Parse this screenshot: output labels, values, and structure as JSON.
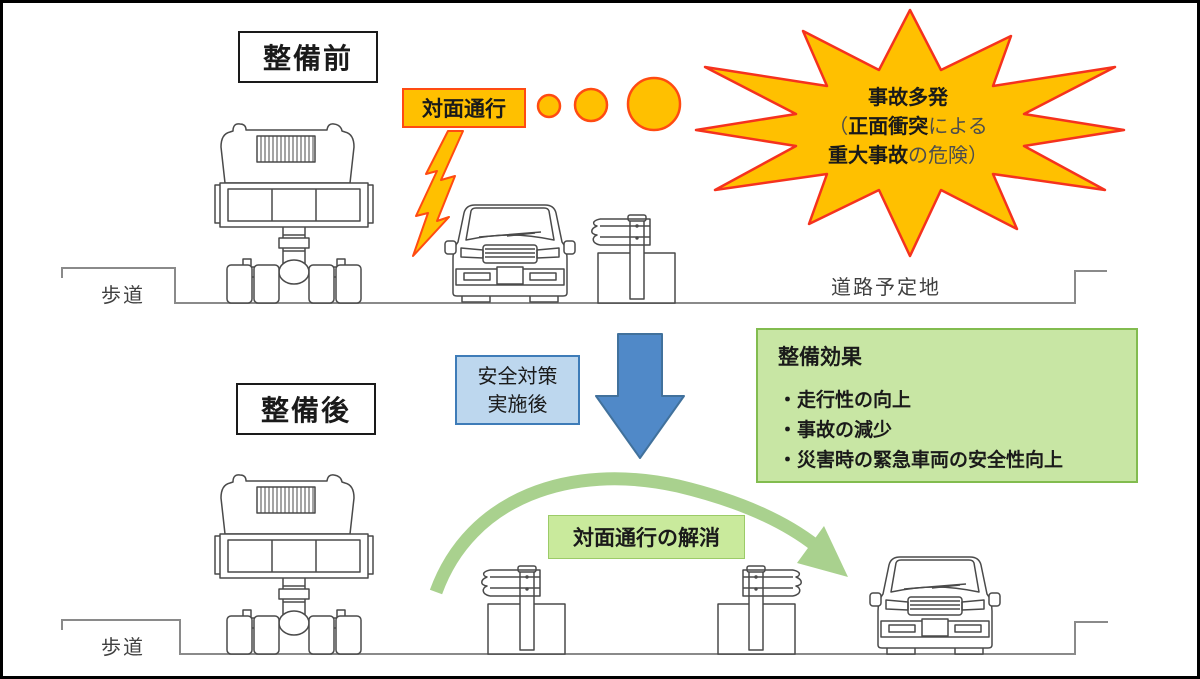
{
  "colors": {
    "accent_orange_fill": "#FFC000",
    "accent_orange_border": "#FF4B12",
    "burst_border": "#F5321E",
    "safety_box_fill": "#BDD7EE",
    "safety_box_border": "#3E7CB8",
    "down_arrow_blue": "#5089C8",
    "effects_box_fill": "#C8E6A4",
    "effects_box_border": "#82BC4F",
    "curved_arrow_green": "#A9D18E",
    "line_art": "#4a4a4a"
  },
  "before": {
    "section_label": "整備前",
    "two_way_label": "対面通行",
    "burst": {
      "title": "事故多発",
      "l2_open": "（",
      "l2_bold": "正面衝突",
      "l2_rest": "による",
      "l3_bold": "重大事故",
      "l3_rest": "の危険）"
    },
    "sidewalk_label": "歩道",
    "planned_road_label": "道路予定地"
  },
  "after": {
    "section_label": "整備後",
    "safety_line1": "安全対策",
    "safety_line2": "実施後",
    "effects": {
      "title": "整備効果",
      "items": [
        "・走行性の向上",
        "・事故の減少",
        "・災害時の緊急車両の安全性向上"
      ]
    },
    "resolution_label": "対面通行の解消",
    "sidewalk_label": "歩道"
  }
}
